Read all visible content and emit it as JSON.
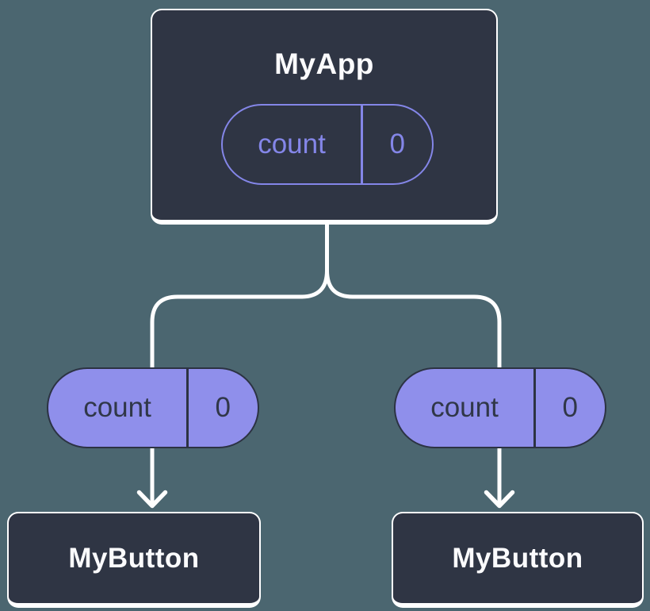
{
  "diagram": {
    "description": "Component tree showing a count prop passed from a parent to two children",
    "root": {
      "name": "MyApp",
      "prop": {
        "label": "count",
        "value": "0"
      }
    },
    "children": [
      {
        "name": "MyButton",
        "prop": {
          "label": "count",
          "value": "0"
        }
      },
      {
        "name": "MyButton",
        "prop": {
          "label": "count",
          "value": "0"
        }
      }
    ]
  },
  "colors": {
    "page_background": "#4b6670",
    "component_box_fill": "#2f3544",
    "component_box_border": "#ffffff",
    "prop_accent_purple": "#8486e8",
    "prop_pill_fill": "#8f8feb",
    "prop_pill_dark": "#2c3343",
    "connector_line": "#ffffff",
    "title_text": "#fbfbfd"
  }
}
